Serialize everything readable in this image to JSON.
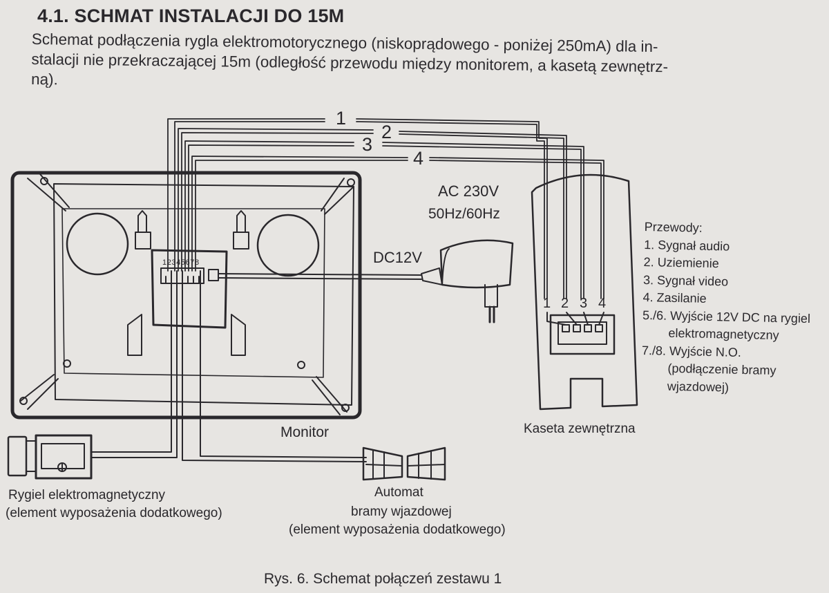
{
  "section": {
    "heading": "4.1. SCHMAT INSTALACJI DO 15M",
    "intro_lines": [
      "Schemat podłączenia rygla elektromotorycznego (niskoprądowego - poniżej 250mA) dla in-",
      "stalacji nie przekraczającej 15m (odległość przewodu między monitorem, a kasetą zewnętrz-",
      "ną)."
    ]
  },
  "diagram": {
    "wire_numbers": [
      "1",
      "2",
      "3",
      "4"
    ],
    "terminal_labels": "12345678",
    "power": {
      "ac_line1": "AC 230V",
      "ac_line2": "50Hz/60Hz",
      "dc": "DC12V"
    },
    "monitor_label": "Monitor",
    "station_label": "Kaseta zewnętrzna",
    "station_terminals": [
      "1",
      "2",
      "3",
      "4"
    ],
    "lock_label_line1": "Rygiel elektromagnetyczny",
    "lock_label_line2": "(element wyposażenia dodatkowego)",
    "gate_label_line1": "Automat",
    "gate_label_line2": "bramy wjazdowej",
    "gate_label_line3": "(element wyposażenia dodatkowego)"
  },
  "legend": {
    "title": "Przewody:",
    "items": [
      "1. Sygnał audio",
      "2. Uziemienie",
      "3. Sygnał video",
      "4. Zasilanie",
      "5./6. Wyjście 12V DC na rygiel",
      "elektromagnetyczny",
      "7./8. Wyjście N.O.",
      "(podłączenie bramy",
      "wjazdowej)"
    ]
  },
  "caption": "Rys. 6.  Schemat połączeń zestawu 1",
  "colors": {
    "ink": "#262427",
    "paper": "#e7e5e2"
  }
}
